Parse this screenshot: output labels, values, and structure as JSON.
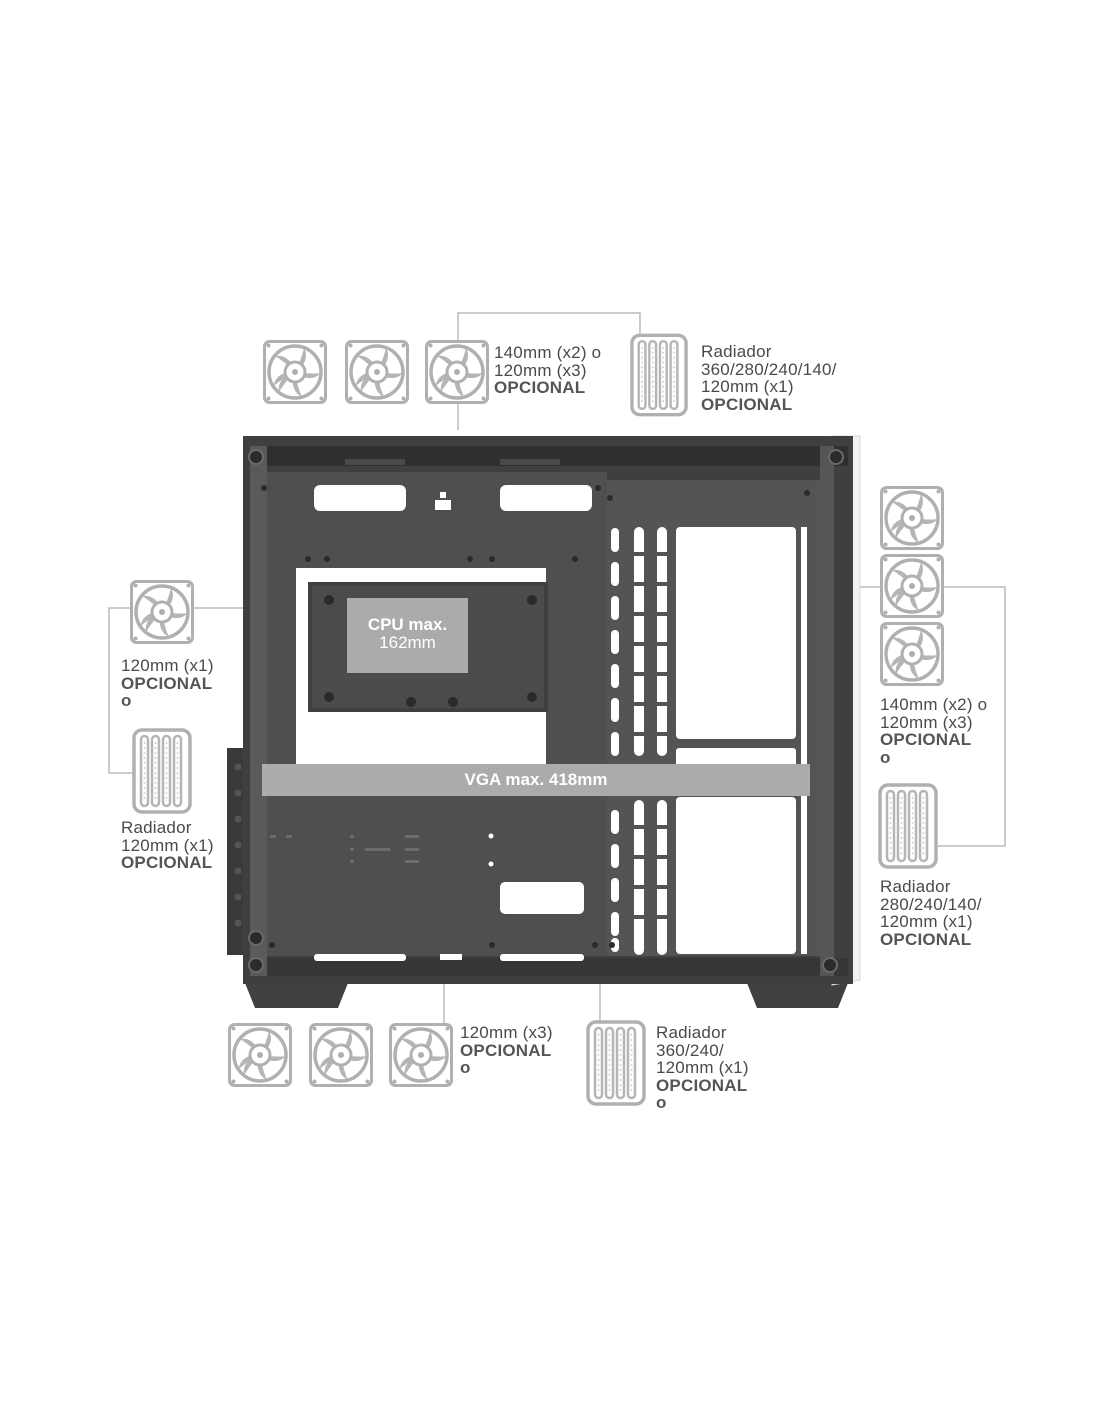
{
  "colors": {
    "case_dark": "#4f4f4f",
    "case_mid": "#5e5e5e",
    "case_frame": "#3e3e3e",
    "icon_gray": "#b0b0b0",
    "overlay_gray": "#ababab",
    "line_gray": "#b8b8b8",
    "text_gray": "#4a4a4a"
  },
  "icons": [
    "fan-icon",
    "radiator-icon",
    "screw-icon"
  ],
  "overlays": {
    "cpu": {
      "line1": "CPU max.",
      "line2": "162mm"
    },
    "vga": {
      "text": "VGA max. 418mm"
    }
  },
  "labels": {
    "top_fans": {
      "line1": "140mm (x2) o",
      "line2": "120mm (x3)",
      "line3": "OPCIONAL"
    },
    "top_radiator": {
      "line1": "Radiador",
      "line2": "360/280/240/140/",
      "line3": "120mm (x1)",
      "line4": "OPCIONAL"
    },
    "rear_fan": {
      "line1": "120mm (x1)",
      "line2": "OPCIONAL",
      "line3": "o"
    },
    "rear_radiator": {
      "line1": "Radiador",
      "line2": "120mm (x1)",
      "line3": "OPCIONAL"
    },
    "front_fans": {
      "line1": "140mm (x2) o",
      "line2": "120mm (x3)",
      "line3": "OPCIONAL",
      "line4": "o"
    },
    "front_radiator": {
      "line1": "Radiador",
      "line2": "280/240/140/",
      "line3": "120mm (x1)",
      "line4": "OPCIONAL"
    },
    "bottom_fans": {
      "line1": "120mm (x3)",
      "line2": "OPCIONAL",
      "line3": "o"
    },
    "bottom_radiator": {
      "line1": "Radiador",
      "line2": "360/240/",
      "line3": "120mm (x1)",
      "line4": "OPCIONAL",
      "line5": "o"
    }
  }
}
